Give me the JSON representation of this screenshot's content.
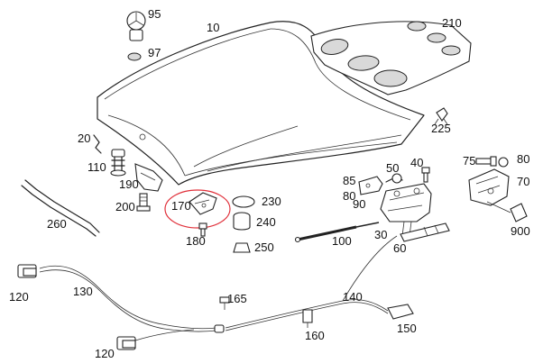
{
  "diagram": {
    "labels": {
      "p10": "10",
      "p20": "20",
      "p30": "30",
      "p40": "40",
      "p50": "50",
      "p60": "60",
      "p70": "70",
      "p75": "75",
      "p80": "80",
      "p85": "85",
      "p90": "90",
      "p95": "95",
      "p97": "97",
      "p100": "100",
      "p110": "110",
      "p120a": "120",
      "p120b": "120",
      "p130": "130",
      "p140": "140",
      "p150": "150",
      "p160": "160",
      "p165": "165",
      "p170": "170",
      "p180": "180",
      "p190": "190",
      "p200": "200",
      "p210": "210",
      "p225": "225",
      "p230": "230",
      "p240": "240",
      "p250": "250",
      "p260": "260",
      "p900": "900"
    },
    "highlight_color": "#e0303a",
    "line_color": "#222222"
  }
}
